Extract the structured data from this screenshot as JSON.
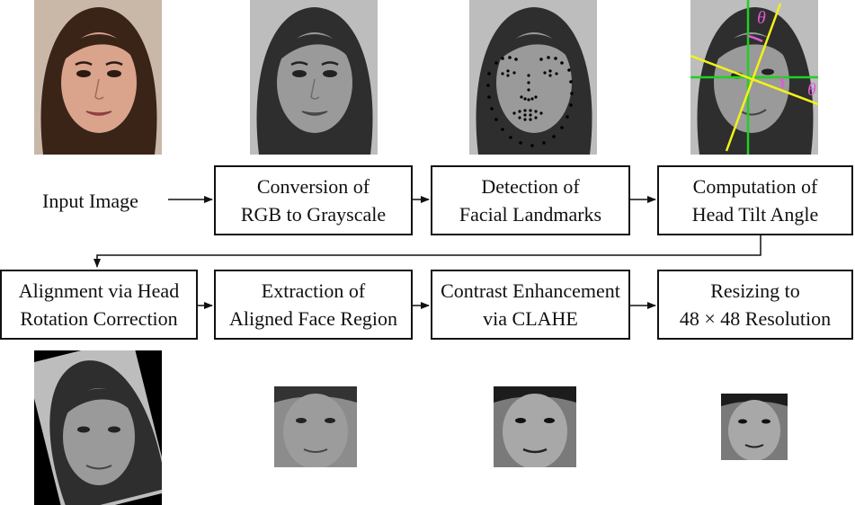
{
  "input_label": "Input Image",
  "steps": [
    {
      "line1": "Conversion of",
      "line2": "RGB to Grayscale"
    },
    {
      "line1": "Detection of",
      "line2": "Facial Landmarks"
    },
    {
      "line1": "Computation of",
      "line2": "Head Tilt Angle"
    },
    {
      "line1": "Alignment via Head",
      "line2": "Rotation Correction"
    },
    {
      "line1": "Extraction of",
      "line2": "Aligned Face Region"
    },
    {
      "line1": "Contrast Enhancement",
      "line2": "via CLAHE"
    },
    {
      "line1": "Resizing to",
      "line2": "48 × 48 Resolution"
    }
  ],
  "angle_symbol": "θ",
  "colors": {
    "skin": "#d9a38c",
    "hair": "#3a2418",
    "background_photo": "#c9b8a8",
    "gray_skin": "#9a9a9a",
    "gray_hair": "#2e2e2e",
    "gray_bg": "#bdbdbd",
    "axis_green": "#1fd11f",
    "tilt_yellow": "#f2f21a",
    "theta_magenta": "#e05ad8"
  }
}
